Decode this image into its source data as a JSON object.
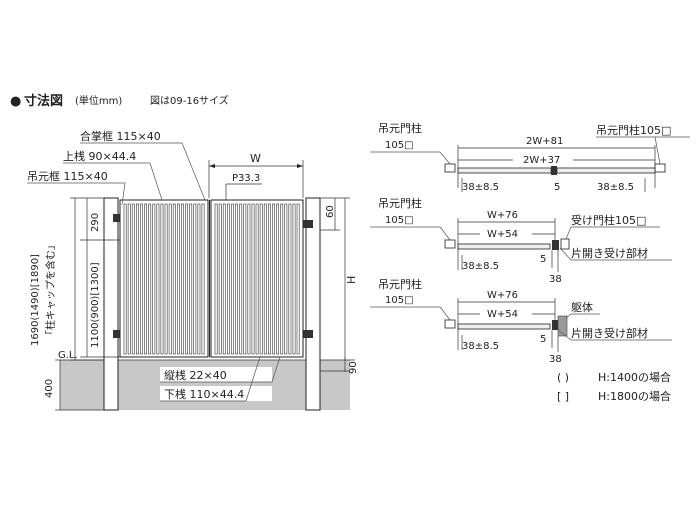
{
  "header": {
    "bullet": "●",
    "title": "寸法図",
    "unit": "(単位mm)",
    "note": "図は09-16サイズ"
  },
  "front_view": {
    "labels": {
      "gassho_frame": "合掌框 115×40",
      "upper_rail": "上桟 90×44.4",
      "hinge_frame": "吊元框 115×40",
      "vertical_rail": "縦桟 22×40",
      "lower_rail": "下桟 110×44.4"
    },
    "dims": {
      "width": "W",
      "pitch": "P33.3",
      "top_290": "290",
      "right_60": "60",
      "height": "H",
      "total_height": "1690(1490)[1890]",
      "incl_cap": "「柱キャップを含む」",
      "inner_height": "1100(900)[1300]",
      "gl": "G.L.",
      "depth_400": "400",
      "bottom_90": "90"
    }
  },
  "plan_views": [
    {
      "post_label": "吊元門柱",
      "post_size": "105□",
      "right_label": "吊元門柱105□",
      "outer": "2W+81",
      "inner": "2W+37",
      "left_offset": "38±8.5",
      "center": "5",
      "right_offset": "38±8.5"
    },
    {
      "post_label": "吊元門柱",
      "post_size": "105□",
      "right_label": "受け門柱105□",
      "right_label2": "片開き受け部材",
      "outer": "W+76",
      "inner": "W+54",
      "left_offset": "38±8.5",
      "gap": "5",
      "end": "38"
    },
    {
      "post_label": "吊元門柱",
      "post_size": "105□",
      "right_label": "躯体",
      "right_label2": "片開き受け部材",
      "outer": "W+76",
      "inner": "W+54",
      "left_offset": "38±8.5",
      "gap": "5",
      "end": "38"
    }
  ],
  "legend": [
    {
      "bracket": "(   )",
      "text": "H:1400の場合"
    },
    {
      "bracket": "[   ]",
      "text": "H:1800の場合"
    }
  ]
}
